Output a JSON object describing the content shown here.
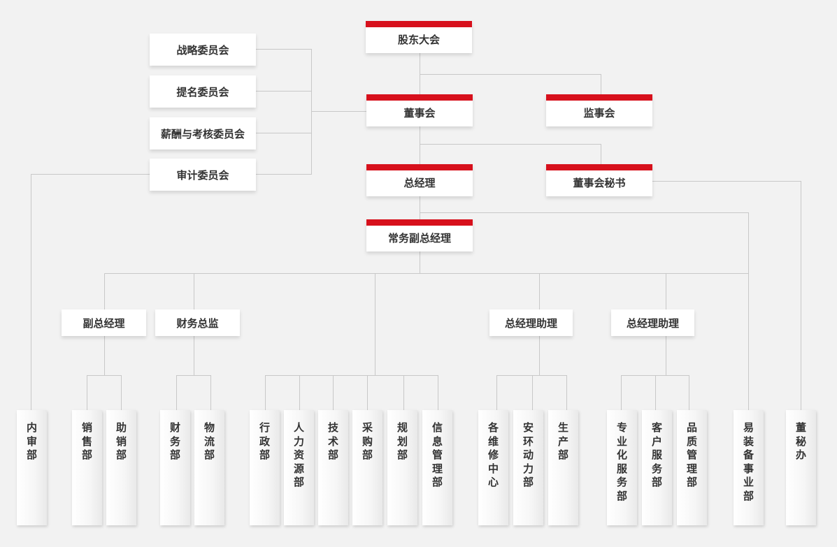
{
  "top": {
    "shareholders": "股东大会",
    "board": "董事会",
    "supervisors": "监事会",
    "general_manager": "总经理",
    "board_secretary": "董事会秘书",
    "executive_vgm": "常务副总经理"
  },
  "committees": {
    "strategy": "战略委员会",
    "nomination": "提名委员会",
    "compensation": "薪酬与考核委员会",
    "audit": "审计委员会"
  },
  "managers": {
    "deputy_gm": "副总经理",
    "cfo": "财务总监",
    "gm_assistant_1": "总经理助理",
    "gm_assistant_2": "总经理助理"
  },
  "departments": {
    "internal_audit": "内审部",
    "sales": "销售部",
    "sales_support": "助销部",
    "finance": "财务部",
    "logistics": "物流部",
    "admin": "行政部",
    "hr": "人力资源部",
    "tech": "技术部",
    "purchasing": "采购部",
    "planning": "规划部",
    "it": "信息管理部",
    "maintenance": "各维修中心",
    "ehs": "安环动力部",
    "production": "生产部",
    "professional_services": "专业化服务部",
    "customer_service": "客户服务部",
    "quality": "品质管理部",
    "equipment_business": "易装备事业部",
    "secretary_office": "董秘办"
  },
  "colors": {
    "accent": "#d7101c",
    "background": "#f2f2f2",
    "line": "#c8c8c8",
    "text": "#333333"
  }
}
